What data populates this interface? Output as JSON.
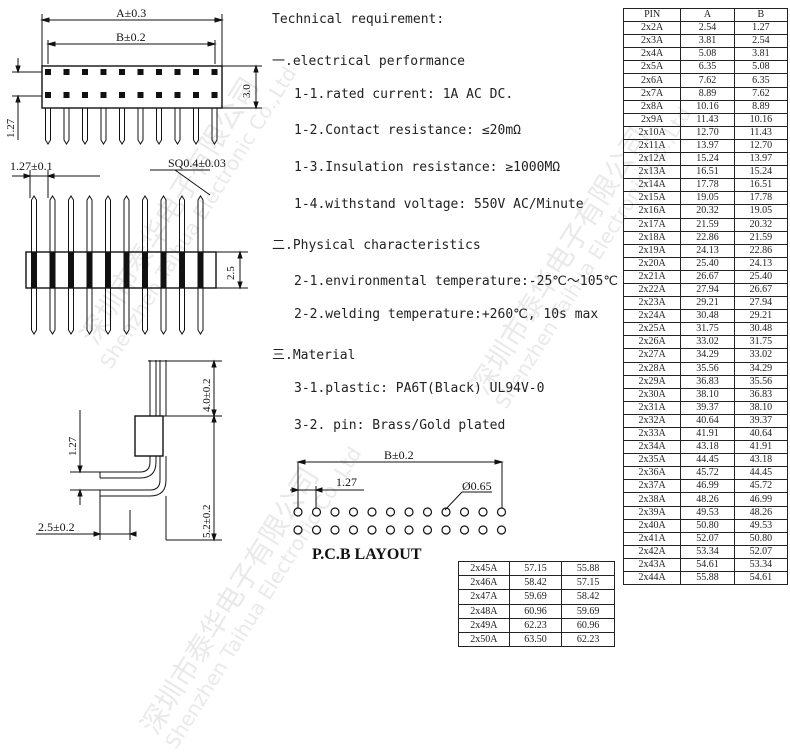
{
  "drawing_labels": {
    "dim_a": "A±0.3",
    "dim_b": "B±0.2",
    "dim_height": "3.0",
    "dim_pitch_side": "1.27",
    "dim_pitch_top": "1.27±0.1",
    "dim_square": "SQ0.4±0.03",
    "dim_body": "2.5",
    "dim_upper_pin": "4.0±0.2",
    "dim_lower_pin": "5.2±0.2",
    "dim_right_pitch": "1.27",
    "dim_foot": "2.5±0.2",
    "pcb_b": "B±0.2",
    "pcb_pitch": "1.27",
    "pcb_hole": "Ø0.65",
    "pcb_title": "P.C.B  LAYOUT"
  },
  "requirements": {
    "title": "Technical requirement:",
    "s1": "一.electrical performance",
    "s1_1": "1-1.rated current: 1A AC DC.",
    "s1_2": "1-2.Contact resistance: ≤20mΩ",
    "s1_3": "1-3.Insulation resistance: ≥1000MΩ",
    "s1_4": "1-4.withstand voltage: 550V AC/Minute",
    "s2": "二.Physical characteristics",
    "s2_1": "2-1.environmental temperature:-25℃～105℃",
    "s2_2": "2-2.welding temperature:+260℃, 10s max",
    "s3": "三.Material",
    "s3_1": "3-1.plastic: PA6T(Black) UL94V-0",
    "s3_2": "3-2.    pin: Brass/Gold plated"
  },
  "pin_table": {
    "headers": [
      "PIN",
      "A",
      "B"
    ],
    "rows": [
      [
        "2x2A",
        "2.54",
        "1.27"
      ],
      [
        "2x3A",
        "3.81",
        "2.54"
      ],
      [
        "2x4A",
        "5.08",
        "3.81"
      ],
      [
        "2x5A",
        "6.35",
        "5.08"
      ],
      [
        "2x6A",
        "7.62",
        "6.35"
      ],
      [
        "2x7A",
        "8.89",
        "7.62"
      ],
      [
        "2x8A",
        "10.16",
        "8.89"
      ],
      [
        "2x9A",
        "11.43",
        "10.16"
      ],
      [
        "2x10A",
        "12.70",
        "11.43"
      ],
      [
        "2x11A",
        "13.97",
        "12.70"
      ],
      [
        "2x12A",
        "15.24",
        "13.97"
      ],
      [
        "2x13A",
        "16.51",
        "15.24"
      ],
      [
        "2x14A",
        "17.78",
        "16.51"
      ],
      [
        "2x15A",
        "19.05",
        "17.78"
      ],
      [
        "2x16A",
        "20.32",
        "19.05"
      ],
      [
        "2x17A",
        "21.59",
        "20.32"
      ],
      [
        "2x18A",
        "22.86",
        "21.59"
      ],
      [
        "2x19A",
        "24.13",
        "22.86"
      ],
      [
        "2x20A",
        "25.40",
        "24.13"
      ],
      [
        "2x21A",
        "26.67",
        "25.40"
      ],
      [
        "2x22A",
        "27.94",
        "26.67"
      ],
      [
        "2x23A",
        "29.21",
        "27.94"
      ],
      [
        "2x24A",
        "30.48",
        "29.21"
      ],
      [
        "2x25A",
        "31.75",
        "30.48"
      ],
      [
        "2x26A",
        "33.02",
        "31.75"
      ],
      [
        "2x27A",
        "34.29",
        "33.02"
      ],
      [
        "2x28A",
        "35.56",
        "34.29"
      ],
      [
        "2x29A",
        "36.83",
        "35.56"
      ],
      [
        "2x30A",
        "38.10",
        "36.83"
      ],
      [
        "2x31A",
        "39.37",
        "38.10"
      ],
      [
        "2x32A",
        "40.64",
        "39.37"
      ],
      [
        "2x33A",
        "41.91",
        "40.64"
      ],
      [
        "2x34A",
        "43.18",
        "41.91"
      ],
      [
        "2x35A",
        "44.45",
        "43.18"
      ],
      [
        "2x36A",
        "45.72",
        "44.45"
      ],
      [
        "2x37A",
        "46.99",
        "45.72"
      ],
      [
        "2x38A",
        "48.26",
        "46.99"
      ],
      [
        "2x39A",
        "49.53",
        "48.26"
      ],
      [
        "2x40A",
        "50.80",
        "49.53"
      ],
      [
        "2x41A",
        "52.07",
        "50.80"
      ],
      [
        "2x42A",
        "53.34",
        "52.07"
      ],
      [
        "2x43A",
        "54.61",
        "53.34"
      ],
      [
        "2x44A",
        "55.88",
        "54.61"
      ]
    ]
  },
  "ext_table": {
    "rows": [
      [
        "2x45A",
        "57.15",
        "55.88"
      ],
      [
        "2x46A",
        "58.42",
        "57.15"
      ],
      [
        "2x47A",
        "59.69",
        "58.42"
      ],
      [
        "2x48A",
        "60.96",
        "59.69"
      ],
      [
        "2x49A",
        "62.23",
        "60.96"
      ],
      [
        "2x50A",
        "63.50",
        "62.23"
      ]
    ]
  },
  "watermark": {
    "cn": "深圳市泰华电子有限公司",
    "en": "Shenzhen Taihua Electronic Co.,Ltd"
  }
}
